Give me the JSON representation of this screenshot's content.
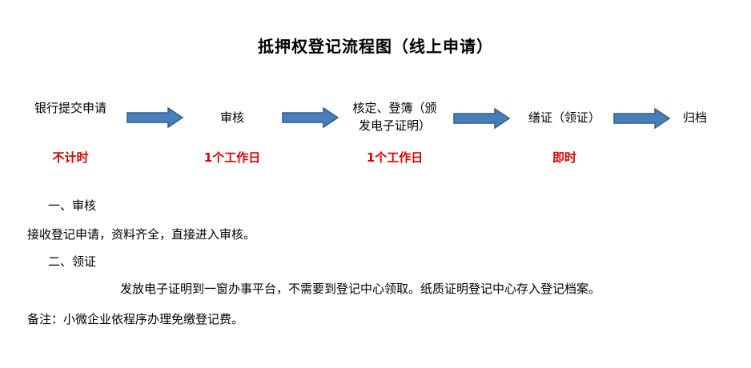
{
  "title": "抵押权登记流程图（线上申请）",
  "steps": [
    {
      "label": "银行提交申请",
      "time": "不计时"
    },
    {
      "label": "审核",
      "time": "1个工作日"
    },
    {
      "label": "核定、登簿（颁发电子证明）",
      "time": "1个工作日"
    },
    {
      "label": "缮证（领证）",
      "time": "即时"
    },
    {
      "label": "归档",
      "time": ""
    }
  ],
  "colors": {
    "arrow_fill": "#4a7ebb",
    "arrow_stroke": "#2f5b8f",
    "time_text": "#e00000"
  },
  "notes": {
    "section1_heading": "一、审核",
    "section1_body": "接收登记申请，资料齐全，直接进入审核。",
    "section2_heading": "二、领证",
    "section2_body": "发放电子证明到一窗办事平台，不需要到登记中心领取。纸质证明登记中心存入登记档案。",
    "remark": "备注：小微企业依程序办理免缴登记费。"
  }
}
